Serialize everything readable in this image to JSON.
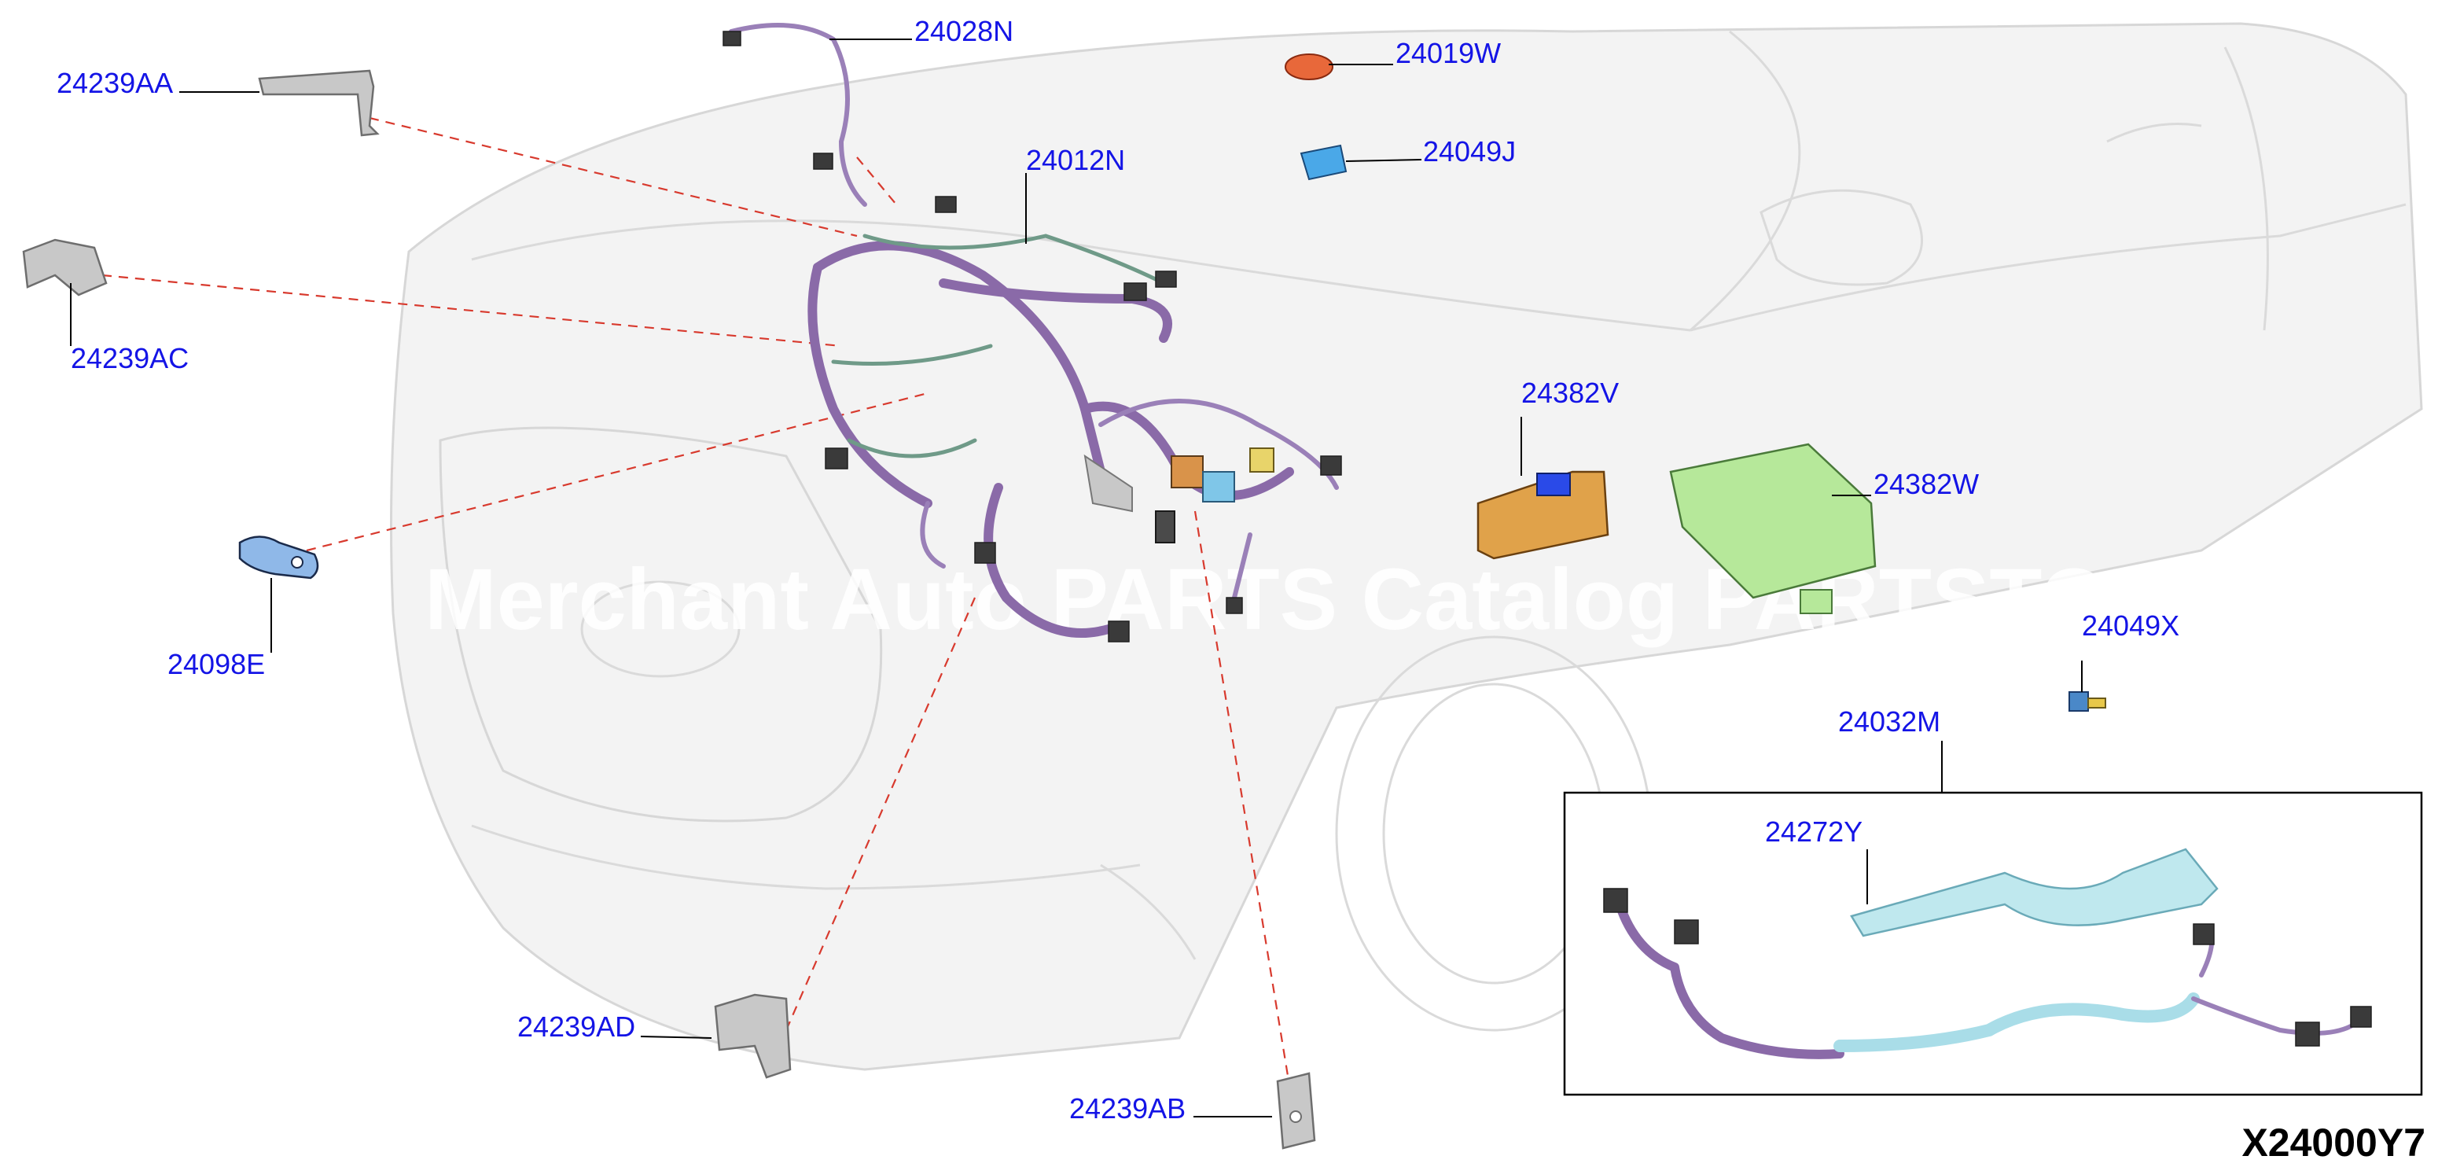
{
  "diagram_code": "X24000Y7",
  "watermark": "Merchant Auto PARTS Catalog PARTSTOP",
  "parts": {
    "p24028N": "24028N",
    "p24019W": "24019W",
    "p24239AA": "24239AA",
    "p24012N": "24012N",
    "p24049J": "24049J",
    "p24239AC": "24239AC",
    "p24382V": "24382V",
    "p24382W": "24382W",
    "p24098E": "24098E",
    "p24049X": "24049X",
    "p24032M": "24032M",
    "p24272Y": "24272Y",
    "p24239AD": "24239AD",
    "p24239AB": "24239AB"
  },
  "colors": {
    "label": "#1414e6",
    "harness": "#8a6aa8",
    "fuse_box_orange": "#e0a24a",
    "ipdm_green": "#b6e89a",
    "harness_blue": "#a9dde8",
    "dashed_leader": "#d83a2e"
  }
}
